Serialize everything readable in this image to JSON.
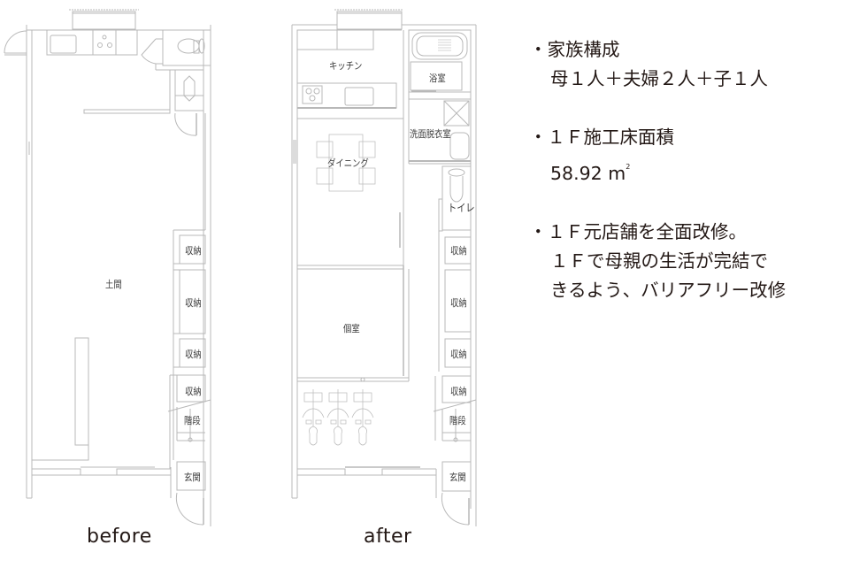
{
  "plans": {
    "before": {
      "caption": "before",
      "rooms": {
        "doma": "土間",
        "storage_1": "収納",
        "storage_2": "収納",
        "storage_3": "収納",
        "storage_4": "収納",
        "stairs": "階段",
        "entrance": "玄関"
      }
    },
    "after": {
      "caption": "after",
      "rooms": {
        "kitchen": "キッチン",
        "bathroom": "浴室",
        "washroom": "洗面脱衣室",
        "dining": "ダイニング",
        "toilet": "トイレ",
        "private_room": "個室",
        "storage_1": "収納",
        "storage_2": "収納",
        "storage_3": "収納",
        "storage_4": "収納",
        "stairs": "階段",
        "entrance": "玄関"
      }
    }
  },
  "info": {
    "family": {
      "heading": "・家族構成",
      "detail": "母１人＋夫婦２人＋子１人"
    },
    "area": {
      "heading": "・１Ｆ施工床面積",
      "value": "58.92 m",
      "unit_sup": "2"
    },
    "renovation": {
      "line1": "・１Ｆ元店舗を全面改修。",
      "line2": "１Ｆで母親の生活が完結で",
      "line3": "きるよう、バリアフリー改修"
    }
  },
  "colors": {
    "line": "#b5b5b5",
    "text": "#231815"
  }
}
